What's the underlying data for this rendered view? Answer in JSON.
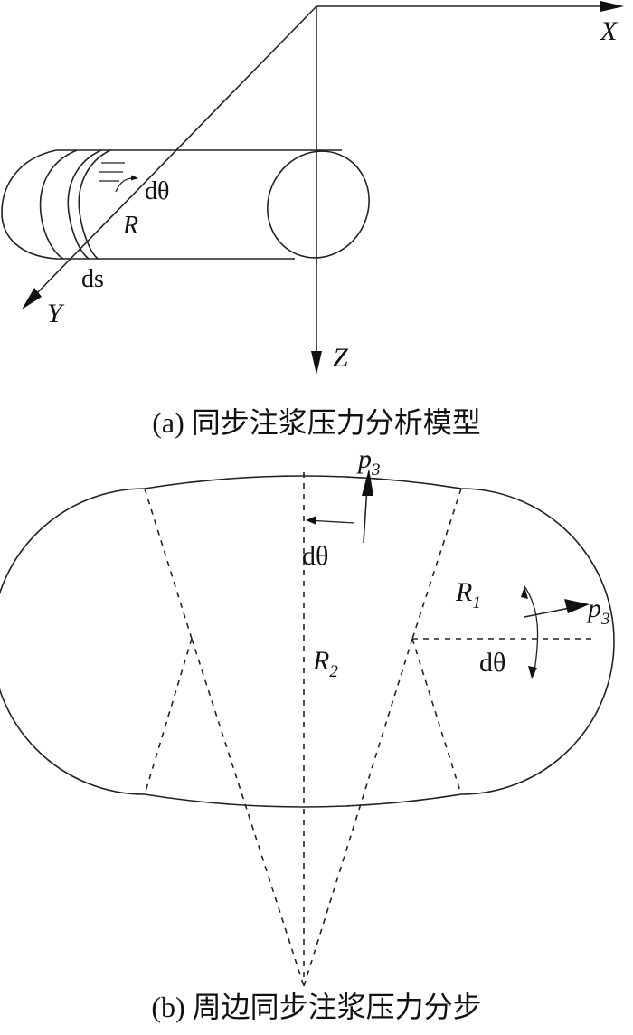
{
  "figure_a": {
    "caption": "(a) 同步注浆压力分析模型",
    "axis_x": "X",
    "axis_y": "Y",
    "axis_z": "Z",
    "label_dtheta": "dθ",
    "label_R": "R",
    "label_ds": "ds"
  },
  "figure_b": {
    "caption": "(b) 周边同步注浆压力分步",
    "label_p3_top": "p",
    "label_p3_top_sub": "3",
    "label_p3_right": "p",
    "label_p3_right_sub": "3",
    "label_dtheta_top": "dθ",
    "label_dtheta_right": "dθ",
    "label_R1": "R",
    "label_R1_sub": "1",
    "label_R2": "R",
    "label_R2_sub": "2"
  }
}
